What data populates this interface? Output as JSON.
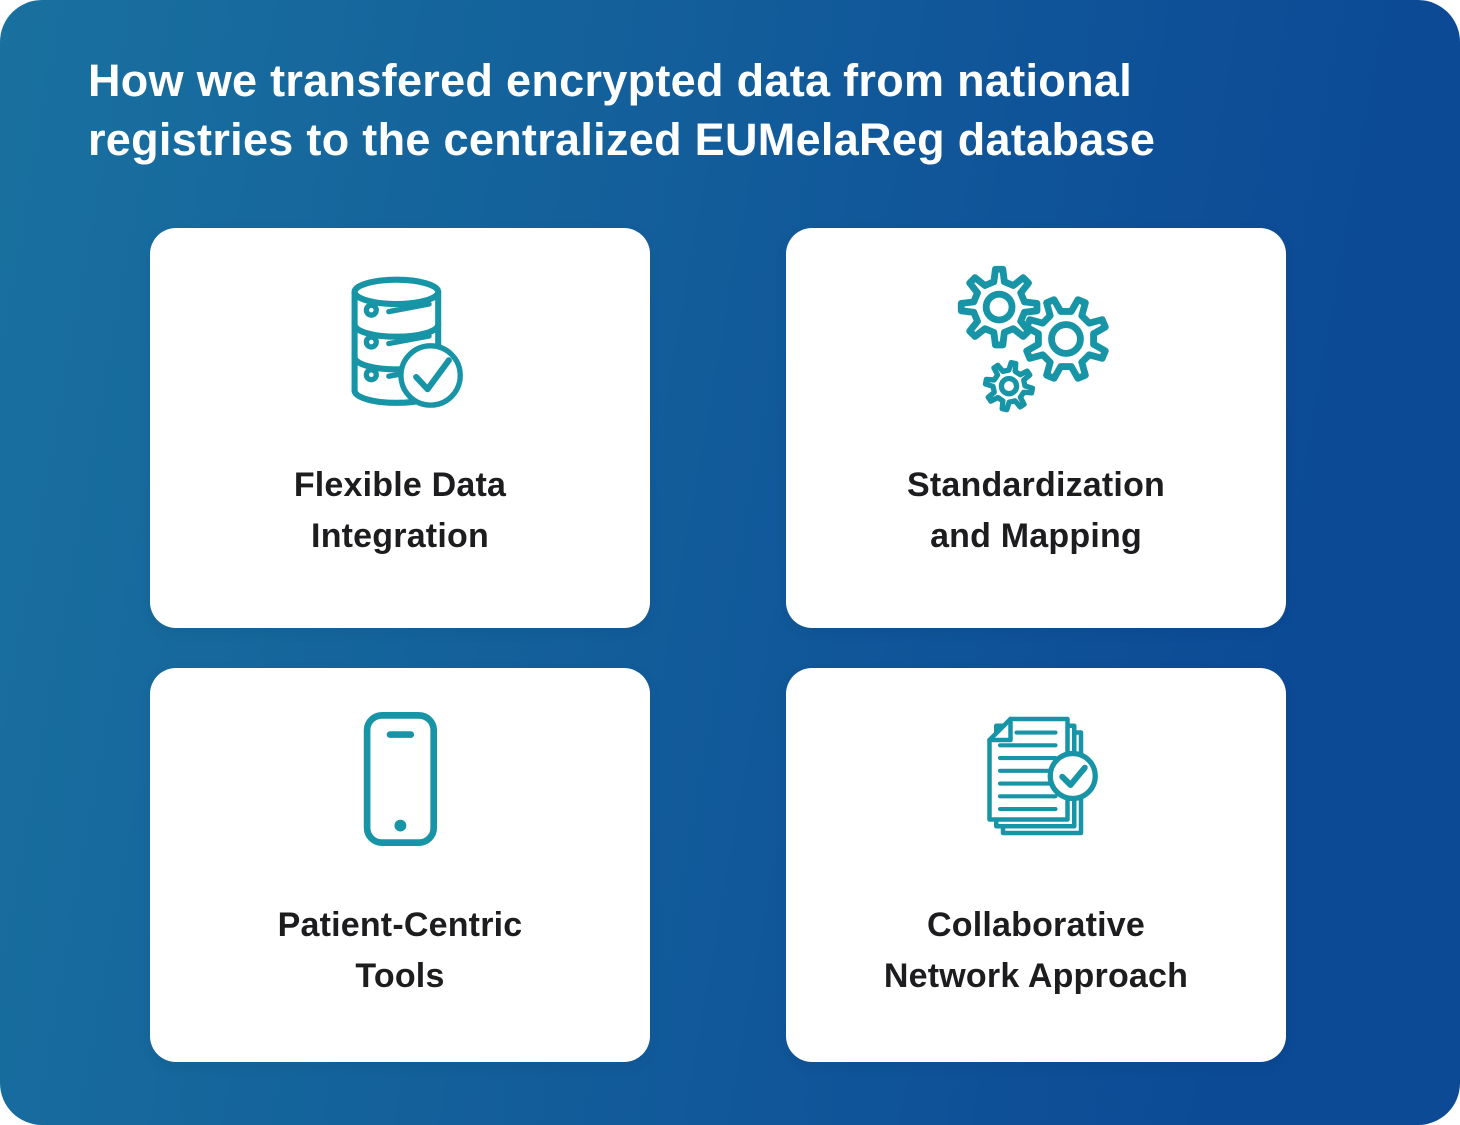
{
  "title": "How we transfered encrypted data from national\nregistries to the centralized EUMelaReg database",
  "colors": {
    "background_gradient_start": "#19719f",
    "background_gradient_end": "#0c4a96",
    "card_background": "#ffffff",
    "title_text": "#ffffff",
    "card_label_text": "#1d1d1f",
    "icon_accent": "#1795a6"
  },
  "cards": [
    {
      "icon": "database-check-icon",
      "label": "Flexible Data\nIntegration"
    },
    {
      "icon": "gears-icon",
      "label": "Standardization\nand Mapping"
    },
    {
      "icon": "smartphone-icon",
      "label": "Patient-Centric\nTools"
    },
    {
      "icon": "documents-check-icon",
      "label": "Collaborative\nNetwork Approach"
    }
  ]
}
